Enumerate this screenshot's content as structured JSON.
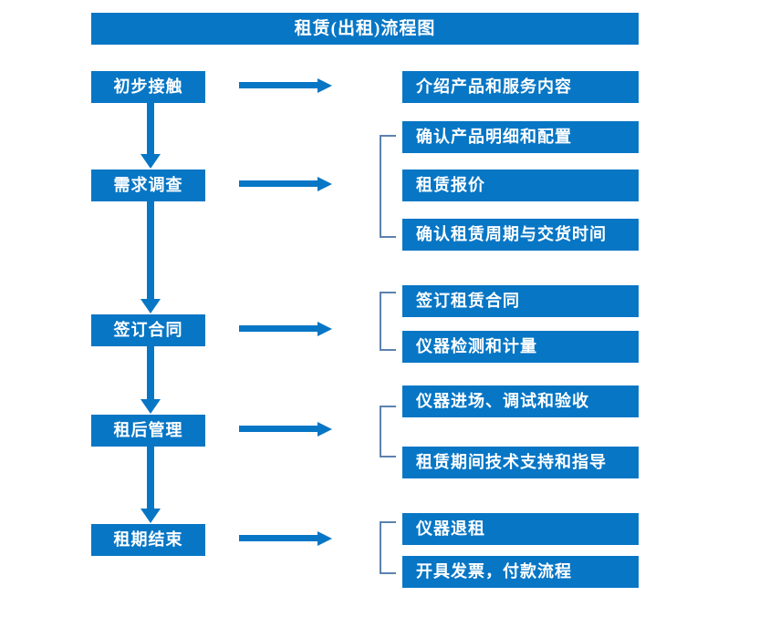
{
  "diagram": {
    "title": "租赁(出租)流程图",
    "accent_color": "#0776C5",
    "bracket_color": "#5B82AE",
    "text_color": "#FFFFFF",
    "background": "#FFFFFF",
    "stages": [
      {
        "id": "stage-1",
        "label": "初步接触"
      },
      {
        "id": "stage-2",
        "label": "需求调查"
      },
      {
        "id": "stage-3",
        "label": "签订合同"
      },
      {
        "id": "stage-4",
        "label": "租后管理"
      },
      {
        "id": "stage-5",
        "label": "租期结束"
      }
    ],
    "details": [
      {
        "id": "detail-1-1",
        "label": "介绍产品和服务内容"
      },
      {
        "id": "detail-2-1",
        "label": "确认产品明细和配置"
      },
      {
        "id": "detail-2-2",
        "label": "租赁报价"
      },
      {
        "id": "detail-2-3",
        "label": "确认租赁周期与交货时间"
      },
      {
        "id": "detail-3-1",
        "label": "签订租赁合同"
      },
      {
        "id": "detail-3-2",
        "label": "仪器检测和计量"
      },
      {
        "id": "detail-4-1",
        "label": "仪器进场、调试和验收"
      },
      {
        "id": "detail-4-2",
        "label": "租赁期间技术支持和指导"
      },
      {
        "id": "detail-5-1",
        "label": "仪器退租"
      },
      {
        "id": "detail-5-2",
        "label": "开具发票，付款流程"
      }
    ],
    "connectors": {
      "horizontal_arrow_count": 5,
      "vertical_arrow_count": 4,
      "bracket_count": 4
    }
  }
}
